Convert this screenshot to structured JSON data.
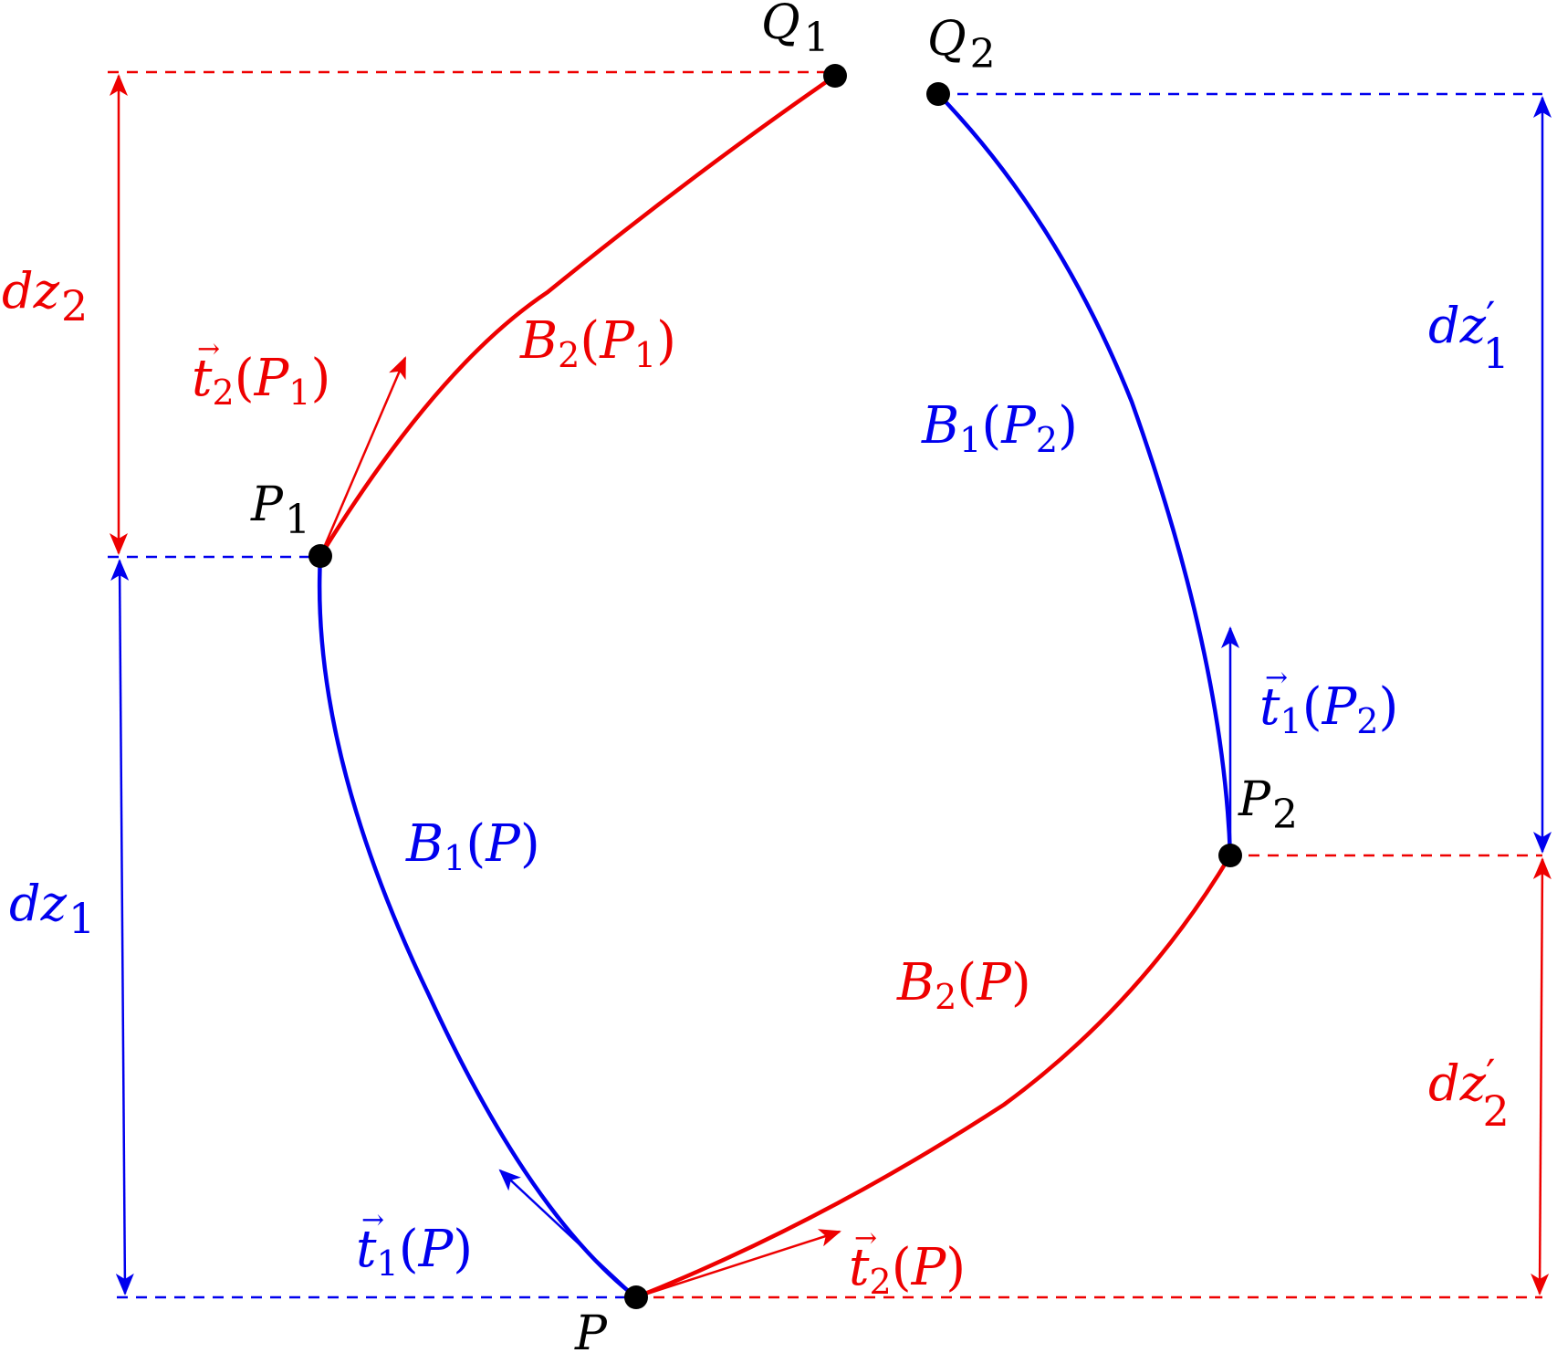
{
  "colors": {
    "red": "#ee0000",
    "blue": "#0000ee",
    "black": "#000000"
  },
  "points": {
    "Q1": {
      "name": "Q",
      "sub": "1"
    },
    "Q2": {
      "name": "Q",
      "sub": "2"
    },
    "P1": {
      "name": "P",
      "sub": "1"
    },
    "P2": {
      "name": "P",
      "sub": "2"
    },
    "P": {
      "name": "P"
    }
  },
  "curves": {
    "B2_P1": {
      "pre": "B",
      "sub": "2",
      "arg": "P",
      "argsub": "1"
    },
    "B1_P2": {
      "pre": "B",
      "sub": "1",
      "arg": "P",
      "argsub": "2"
    },
    "B1_P": {
      "pre": "B",
      "sub": "1",
      "arg": "P"
    },
    "B2_P": {
      "pre": "B",
      "sub": "2",
      "arg": "P"
    }
  },
  "tangents": {
    "t2_P1": {
      "vec": "t",
      "sub": "2",
      "arg": "P",
      "argsub": "1"
    },
    "t1_P2": {
      "vec": "t",
      "sub": "1",
      "arg": "P",
      "argsub": "2"
    },
    "t1_P": {
      "vec": "t",
      "sub": "1",
      "arg": "P"
    },
    "t2_P": {
      "vec": "t",
      "sub": "2",
      "arg": "P"
    }
  },
  "dimensions": {
    "dz2": {
      "base": "dz",
      "sub": "2"
    },
    "dz1": {
      "base": "dz",
      "sub": "1"
    },
    "dz1p": {
      "base": "dz",
      "prime": "′",
      "sub": "1"
    },
    "dz2p": {
      "base": "dz",
      "prime": "′",
      "sub": "2"
    }
  }
}
